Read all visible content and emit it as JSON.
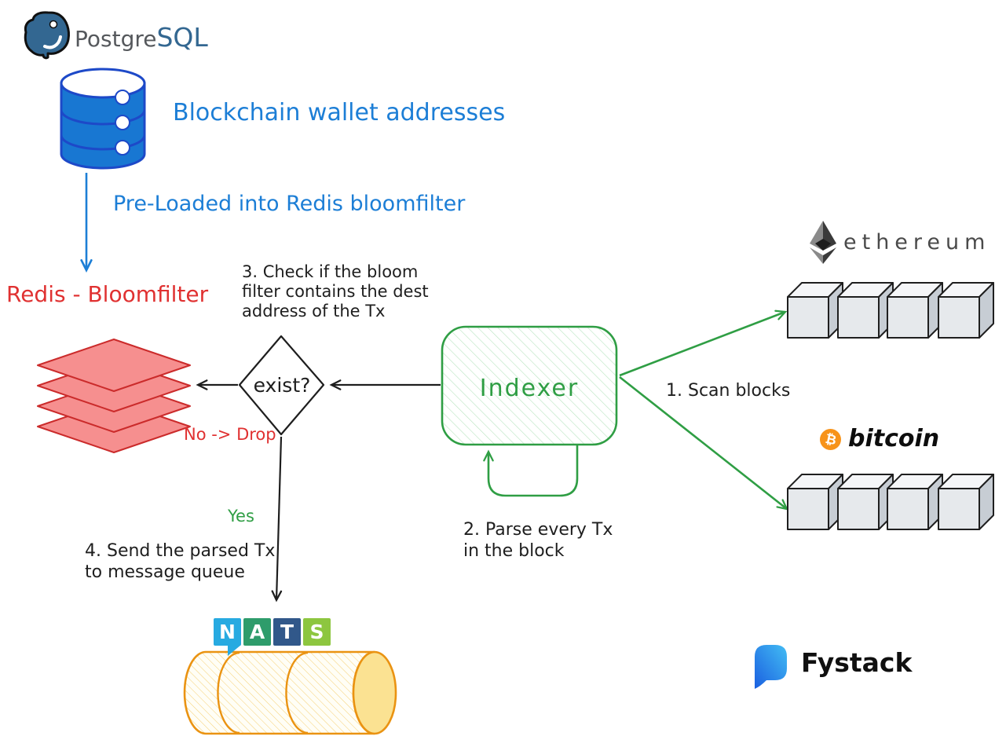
{
  "colors": {
    "postgres_blue": "#336791",
    "text_blue": "#1c7ed6",
    "db_fill_blue": "#1877d2",
    "red": "#e03131",
    "redis_fill": "#f68f8f",
    "green": "#2f9e44",
    "queue_orange": "#ea9312",
    "bitcoin_orange": "#f7931a",
    "nats_blue": "#27aae1",
    "nats_green": "#2e9c6b",
    "nats_dark_blue": "#31588a",
    "nats_lime": "#8dc63f",
    "fystack_blue": "#2f80ed",
    "ink": "#1e1e1e"
  },
  "postgres": {
    "logo_prefix": "Postgre",
    "logo_suffix": "SQL"
  },
  "nodes": {
    "wallet_addresses_label": "Blockchain wallet addresses",
    "preload_label": "Pre-Loaded into Redis bloomfilter",
    "redis_label": "Redis - Bloomfilter",
    "decision_label": "exist?",
    "indexer_label": "Indexer",
    "ethereum_label": "ethereum",
    "bitcoin_label": "bitcoin",
    "bitcoin_symbol": "₿",
    "fystack_label": "Fystack"
  },
  "steps": {
    "step1": "1. Scan blocks",
    "step2": "2. Parse every Tx\nin the block",
    "step3": "3. Check if the bloom\nfilter contains the dest\naddress of the Tx",
    "step4": "4. Send the parsed Tx\nto message queue"
  },
  "edges": {
    "no_label": "No -> Drop",
    "yes_label": "Yes"
  },
  "nats": {
    "letters": [
      "N",
      "A",
      "T",
      "S"
    ]
  }
}
